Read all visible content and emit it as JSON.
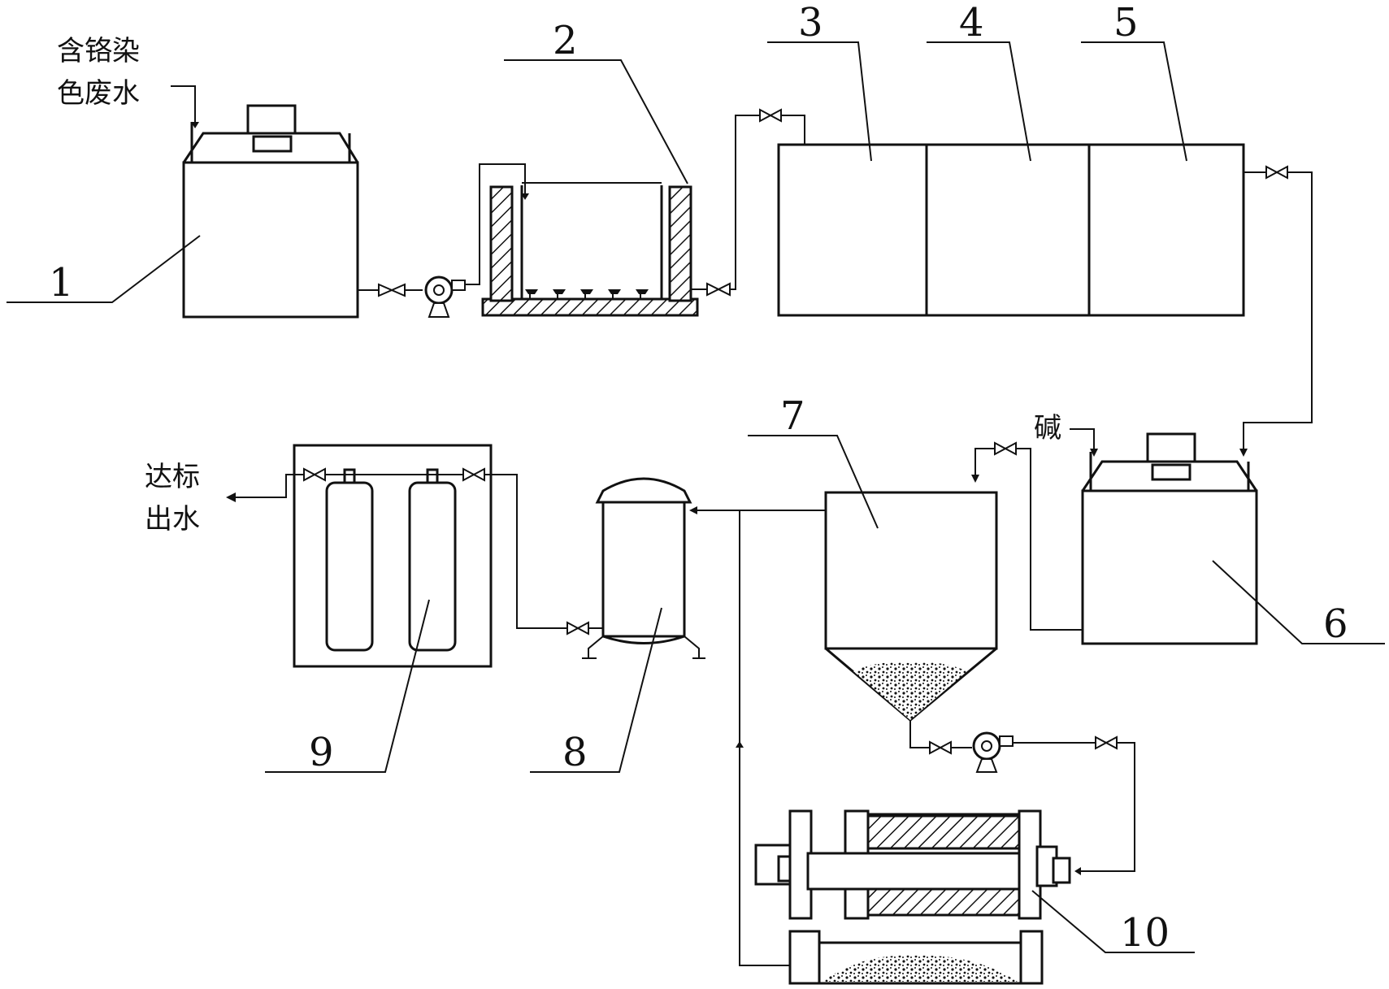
{
  "labels": {
    "inlet_line1": "含铬染",
    "inlet_line2": "色废水",
    "alkali": "碱",
    "outlet_line1": "达标",
    "outlet_line2": "出水"
  },
  "component_numbers": [
    "1",
    "2",
    "3",
    "4",
    "5",
    "6",
    "7",
    "8",
    "9",
    "10"
  ]
}
